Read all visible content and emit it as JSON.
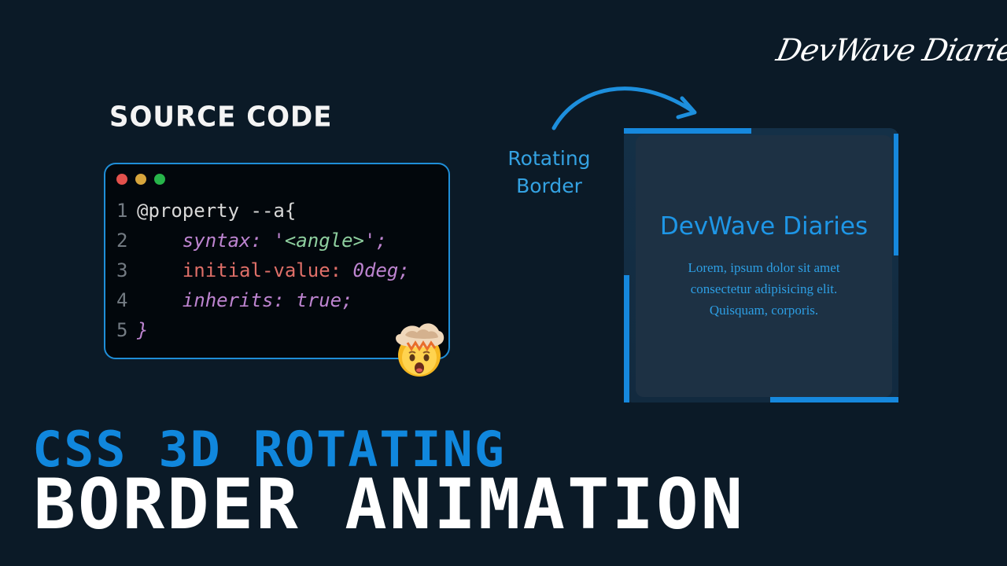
{
  "brand": {
    "signature": "DevWave Diaries"
  },
  "source": {
    "heading": "SOURCE CODE"
  },
  "code": {
    "line_numbers": [
      "1",
      "2",
      "3",
      "4",
      "5"
    ],
    "line1_prop": "@property",
    "line1_name": " --a",
    "line1_open": "{",
    "line2_key": "syntax:",
    "line2_quote_open": " '",
    "line2_angle": "<angle>",
    "line2_quote_close": "';",
    "line3_key": "initial-value:",
    "line3_value": " 0deg;",
    "line4_key": "inherits:",
    "line4_value": " true;",
    "line5_close": "}"
  },
  "annotation": {
    "line1": "Rotating",
    "line2": "Border"
  },
  "card": {
    "title": "DevWave Diaries",
    "body_line1": "Lorem, ipsum dolor sit amet",
    "body_line2": "consectetur adipisicing elit.",
    "body_line3": "Quisquam, corporis."
  },
  "headline": {
    "line1": "CSS 3D ROTATING",
    "line2": "BORDER ANIMATION"
  },
  "icons": {
    "emoji": "exploding-head-icon",
    "arrow": "curved-arrow-icon"
  },
  "colors": {
    "background": "#0b1a27",
    "accent_blue": "#1688dd",
    "code_background": "#02070c",
    "card_background": "#1d3144"
  }
}
